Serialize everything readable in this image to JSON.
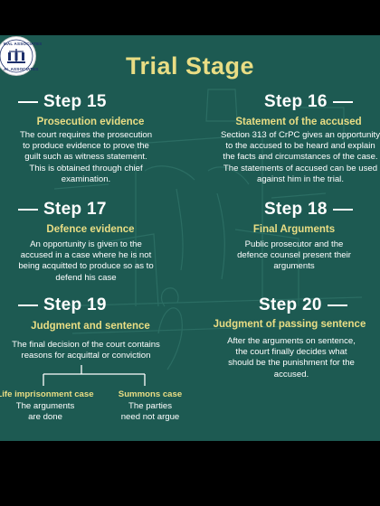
{
  "logo": {
    "text_top": "MAL ASSOCIATES",
    "text_bottom": "AL ASSOCIATES"
  },
  "title": "Trial Stage",
  "colors": {
    "background": "#1d5a52",
    "heading": "#e9dd84",
    "text": "#ffffff",
    "frame": "#000000"
  },
  "steps": [
    {
      "step": "Step 15",
      "heading": "Prosecution evidence",
      "lines": [
        "The court requires the prosecution",
        "to produce evidence to prove the",
        "guilt such as witness statement.",
        "This is obtained through chief",
        "examination."
      ]
    },
    {
      "step": "Step 16",
      "heading": "Statement of the accused",
      "lines": [
        "Section 313 of CrPC gives an opportunity",
        "to the accused to be heard and explain",
        "the facts and circumstances of the case.",
        "The statements of accused can be used",
        "against him in the trial."
      ]
    },
    {
      "step": "Step 17",
      "heading": "Defence evidence",
      "lines": [
        "An opportunity is given to the",
        "accused in a case where he is not",
        "being acquitted to produce so as to",
        "defend his case"
      ]
    },
    {
      "step": "Step 18",
      "heading": "Final Arguments",
      "lines": [
        "Public prosecutor and the",
        "defence counsel present their",
        "arguments"
      ]
    },
    {
      "step": "Step 19",
      "heading": "Judgment and sentence",
      "lines": [
        "The final decision of the court contains",
        "reasons for acquittal or conviction"
      ]
    },
    {
      "step": "Step 20",
      "heading": "Judgment of passing sentence",
      "lines": [
        "After the arguments on sentence,",
        "the court finally decides what",
        "should be the punishment for the",
        "accused."
      ]
    }
  ],
  "cases": [
    {
      "heading": "Life imprisonment case",
      "lines": [
        "The arguments",
        "are done"
      ]
    },
    {
      "heading": "Summons case",
      "lines": [
        "The parties",
        "need not argue"
      ]
    }
  ]
}
